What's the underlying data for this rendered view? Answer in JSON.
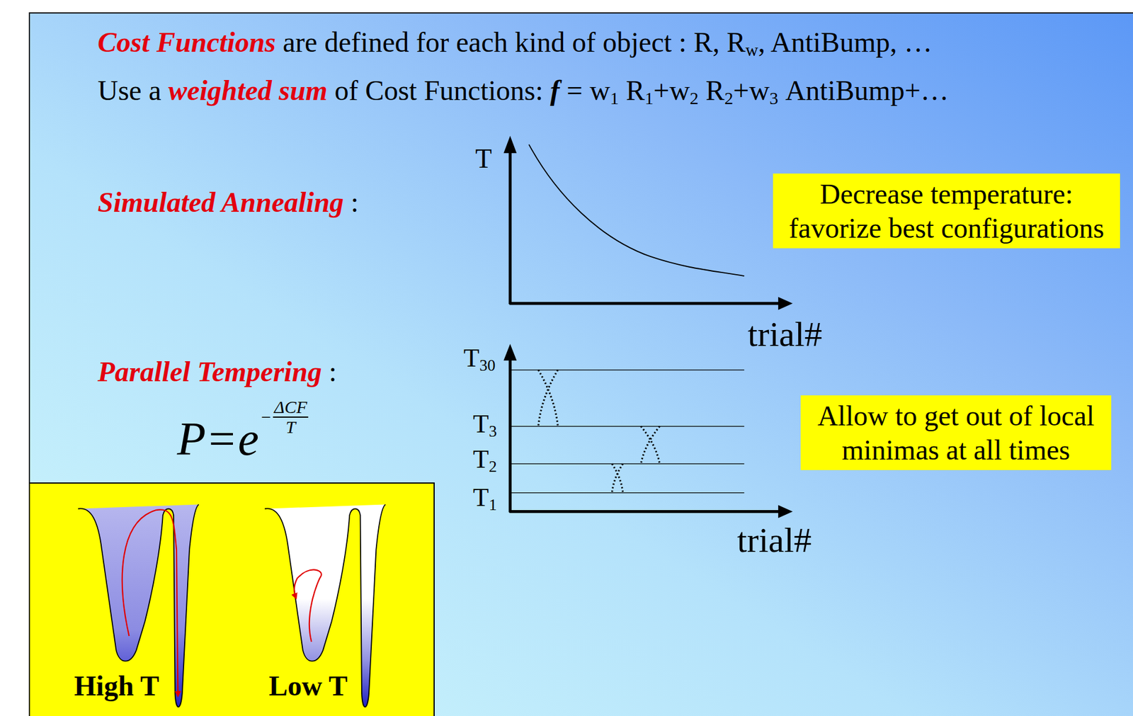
{
  "diagram": {
    "nodes": [
      {
        "text": [
          "Decrease temperature: favorize best configurations"
        ]
      },
      {
        "text": [
          "Allow to get out of local minimas at all times"
        ]
      },
      {
        "text": [
          "High T",
          "Low T"
        ]
      }
    ],
    "labels": [
      "Cost Functions",
      "are defined for each kind of object : R, R",
      "w",
      ", AntiBump, …",
      "Use a",
      "weighted sum",
      "of Cost Functions:",
      "f",
      "= w",
      "1",
      "R",
      "1",
      "+w",
      "2",
      "R",
      "2",
      "+w",
      "3",
      "AntiBump+…",
      "Simulated Annealing",
      ":",
      "T",
      "trial#",
      "Parallel Tempering",
      ":",
      "P",
      "=",
      "e",
      "−",
      "ΔCF",
      "T",
      "T",
      "30",
      "T",
      "3",
      "T",
      "2",
      "T",
      "1",
      "trial#"
    ]
  }
}
